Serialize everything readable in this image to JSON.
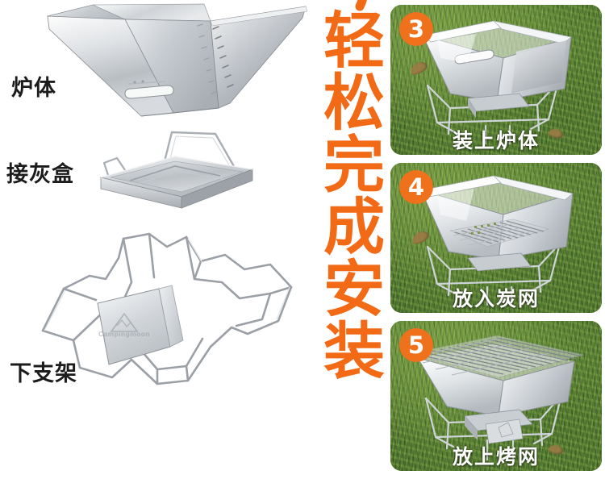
{
  "document": {
    "type": "product-infographic",
    "language": "zh",
    "product_brand": "Campingmoon",
    "background_color": "#ffffff"
  },
  "colors": {
    "headline_orange": "#F26A15",
    "badge_orange": "#F0711B",
    "label_text": "#1c1c1c",
    "caption_text": "#ffffff",
    "grass_green": "#5d8b33",
    "stainless": "#d9dcdf"
  },
  "parts": {
    "items": [
      {
        "label": "炉体",
        "name": "stove-body"
      },
      {
        "label": "接灰盒",
        "name": "ash-tray"
      },
      {
        "label": "下支架",
        "name": "lower-stand"
      }
    ],
    "brand_text": "Campingmoon"
  },
  "headline": {
    "characters": [
      "轻",
      "松",
      "完",
      "成",
      "安",
      "装"
    ],
    "full_text": "轻松完成安装",
    "orientation": "vertical",
    "color": "#F26A15",
    "partial_stroke_top": true
  },
  "steps": {
    "panels": [
      {
        "number": "3",
        "caption": "装上炉体",
        "scene": "assembled-stove-body-on-stand"
      },
      {
        "number": "4",
        "caption": "放入炭网",
        "scene": "charcoal-grate-inserted"
      },
      {
        "number": "5",
        "caption": "放上烤网",
        "scene": "grill-grate-on-top"
      }
    ]
  }
}
